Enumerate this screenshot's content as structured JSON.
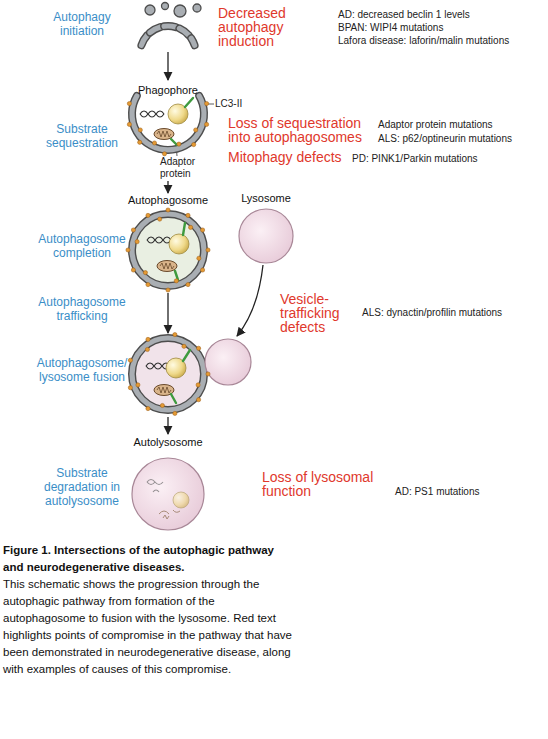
{
  "diagram": {
    "title": "Figure 1. Intersections of the autophagic pathway and neurodegenerative diseases.",
    "caption": "This schematic shows the progression through the autophagic pathway from formation of the autophagosome to fusion with the lysosome. Red text highlights points of compromise in the pathway that have been demonstrated in neurodegenerative disease, along with examples of causes of this compromise.",
    "nodes": [
      {
        "text": [
          "Phagophore"
        ]
      },
      {
        "text": [
          "Autophagosome"
        ]
      },
      {
        "text": [
          "Lysosome"
        ]
      },
      {
        "text": [
          "Autolysosome"
        ]
      }
    ],
    "edges": [
      {
        "from": 0,
        "to": 1,
        "arrow": "to"
      }
    ],
    "labels": [
      "Autophagy initiation",
      "Decreased autophagy induction",
      "AD: decreased beclin 1 levels",
      "BPAN: WIPI4 mutations",
      "Lafora disease: laforin/malin mutations",
      "Substrate sequestration",
      "LC3-II",
      "Loss of sequestration into autophagosomes",
      "Adaptor protein mutations",
      "ALS: p62/optineurin mutations",
      "Mitophagy defects",
      "PD: PINK1/Parkin mutations",
      "Adaptor protein",
      "Autophagosome completion",
      "Autophagosome trafficking",
      "Vesicle- trafficking defects",
      "ALS: dynactin/profilin mutations",
      "Autophagosome/ lysosome fusion",
      "Substrate degradation in autolysosome",
      "Loss of lysosomal function",
      "AD: PS1 mutations"
    ]
  }
}
